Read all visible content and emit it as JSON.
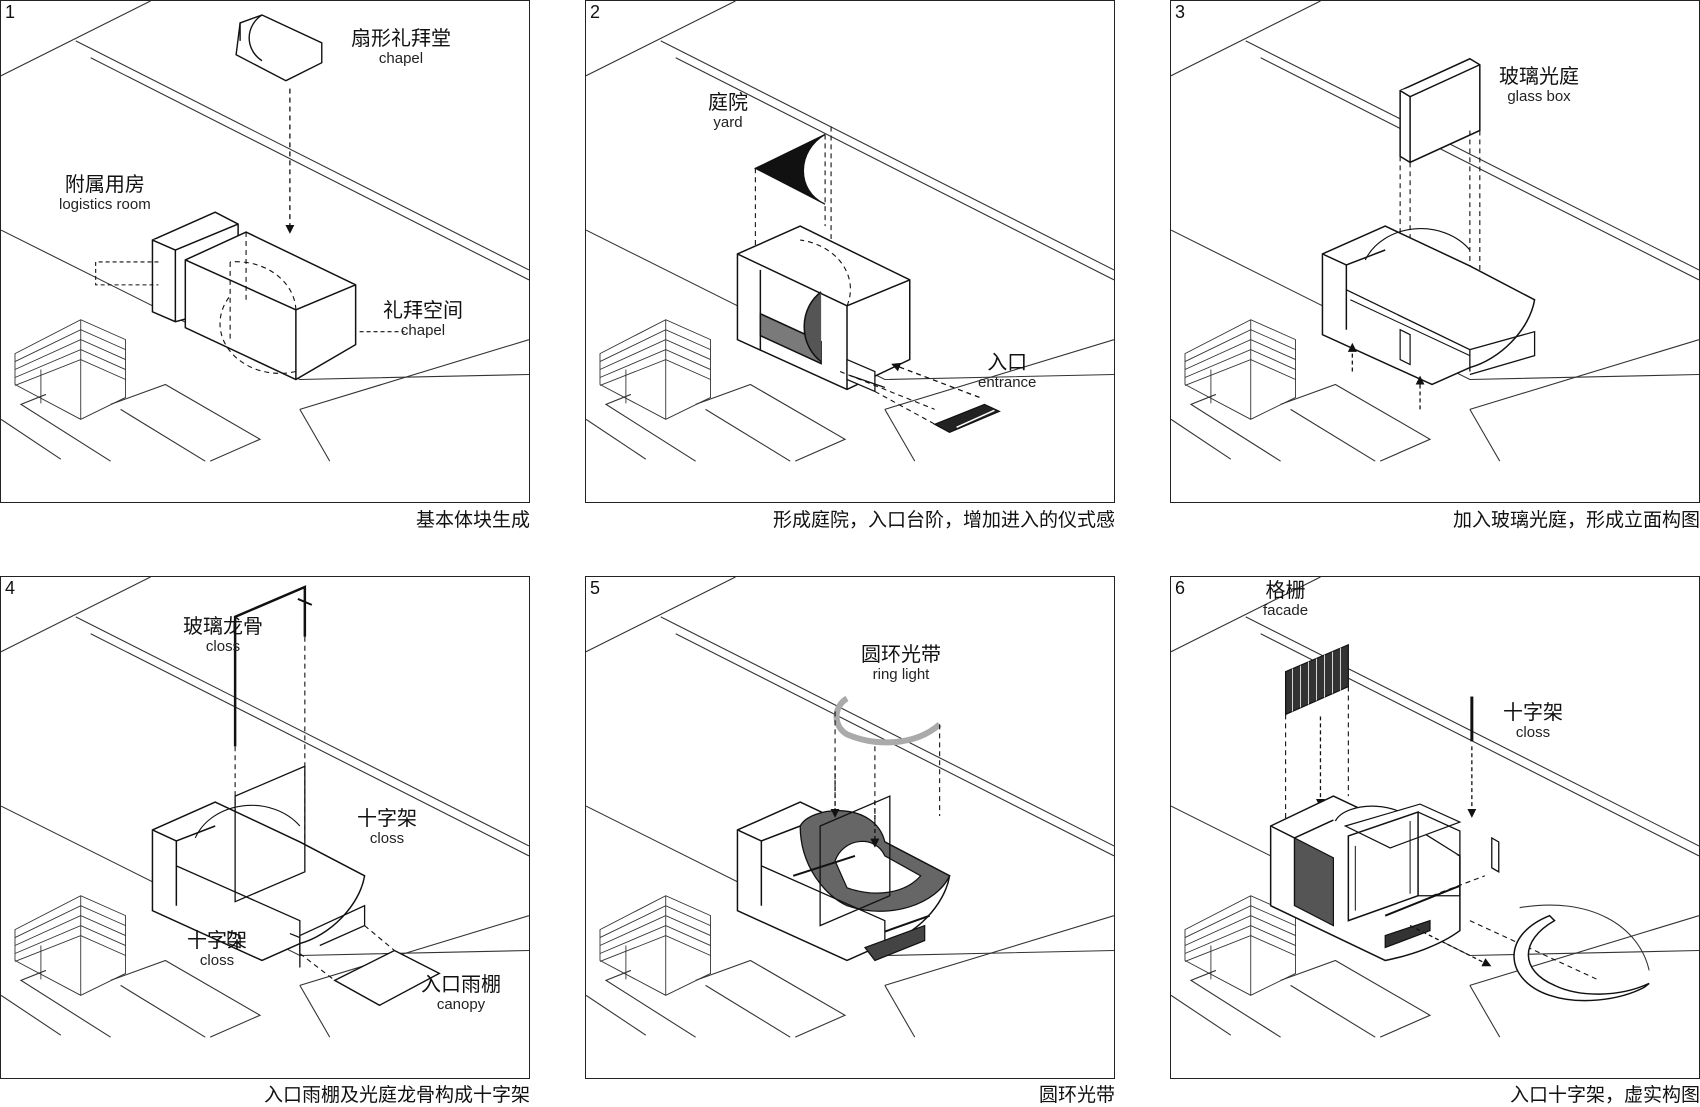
{
  "panels": [
    {
      "number": "1",
      "caption": "基本体块生成",
      "labels": [
        {
          "cn": "扇形礼拜堂",
          "en": "chapel"
        },
        {
          "cn": "附属用房",
          "en": "logistics room"
        },
        {
          "cn": "礼拜空间",
          "en": "chapel"
        }
      ]
    },
    {
      "number": "2",
      "caption": "形成庭院，入口台阶，增加进入的仪式感",
      "labels": [
        {
          "cn": "庭院",
          "en": "yard"
        },
        {
          "cn": "入口",
          "en": "entrance"
        }
      ]
    },
    {
      "number": "3",
      "caption": "加入玻璃光庭，形成立面构图",
      "labels": [
        {
          "cn": "玻璃光庭",
          "en": "glass box"
        }
      ]
    },
    {
      "number": "4",
      "caption": "入口雨棚及光庭龙骨构成十字架",
      "labels": [
        {
          "cn": "玻璃龙骨",
          "en": "closs"
        },
        {
          "cn": "十字架",
          "en": "closs"
        },
        {
          "cn": "十字架",
          "en": "closs"
        },
        {
          "cn": "入口雨棚",
          "en": "canopy"
        }
      ]
    },
    {
      "number": "5",
      "caption": "圆环光带",
      "labels": [
        {
          "cn": "圆环光带",
          "en": "ring light"
        }
      ]
    },
    {
      "number": "6",
      "caption": "入口十字架，虚实构图",
      "labels": [
        {
          "cn": "格栅",
          "en": "facade"
        },
        {
          "cn": "十字架",
          "en": "closs"
        }
      ]
    }
  ]
}
